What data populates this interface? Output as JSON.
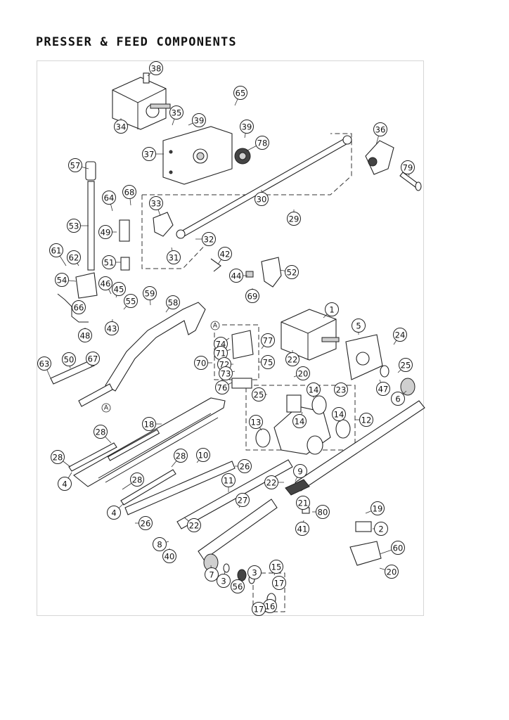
{
  "title": "PRESSER & FEED COMPONENTS",
  "callouts": [
    "38",
    "65",
    "34",
    "35",
    "39",
    "39",
    "78",
    "37",
    "36",
    "79",
    "57",
    "64",
    "68",
    "33",
    "30",
    "29",
    "53",
    "49",
    "32",
    "31",
    "42",
    "44",
    "52",
    "69",
    "51",
    "61",
    "62",
    "54",
    "46",
    "45",
    "55",
    "66",
    "43",
    "48",
    "59",
    "58",
    "1",
    "5",
    "24",
    "74",
    "71",
    "77",
    "70",
    "72",
    "75",
    "73",
    "22",
    "20",
    "25",
    "63",
    "50",
    "67",
    "76",
    "25",
    "14",
    "23",
    "47",
    "6",
    "14",
    "12",
    "14",
    "13",
    "18",
    "28",
    "28",
    "28",
    "28",
    "10",
    "26",
    "4",
    "4",
    "9",
    "11",
    "22",
    "27",
    "22",
    "21",
    "80",
    "41",
    "19",
    "2",
    "26",
    "8",
    "40",
    "60",
    "20",
    "7",
    "3",
    "56",
    "3",
    "15",
    "17",
    "16",
    "17"
  ],
  "reference_marks": [
    "A",
    "A"
  ]
}
